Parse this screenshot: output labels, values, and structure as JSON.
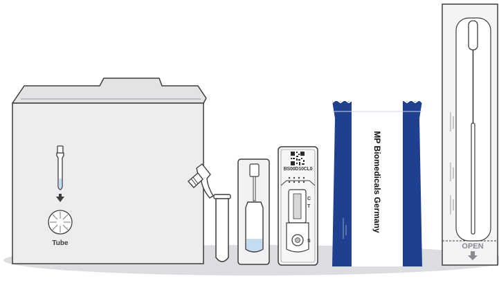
{
  "kit_box": {
    "label": "Tube"
  },
  "test_cassette": {
    "lot_code": "BS00D10CL0",
    "control_mark": "C",
    "test_mark": "T",
    "sample_mark": "S"
  },
  "foil_pouch": {
    "brand": "MP Biomedicals Germany"
  },
  "swab_package": {
    "open_label": "OPEN"
  },
  "colors": {
    "outline": "#3c3c3c",
    "box_fill": "#e8e8ea",
    "shadow": "#dcdde0",
    "pouch_blue": "#1f3f8f",
    "liquid": "#c3dcf2"
  }
}
